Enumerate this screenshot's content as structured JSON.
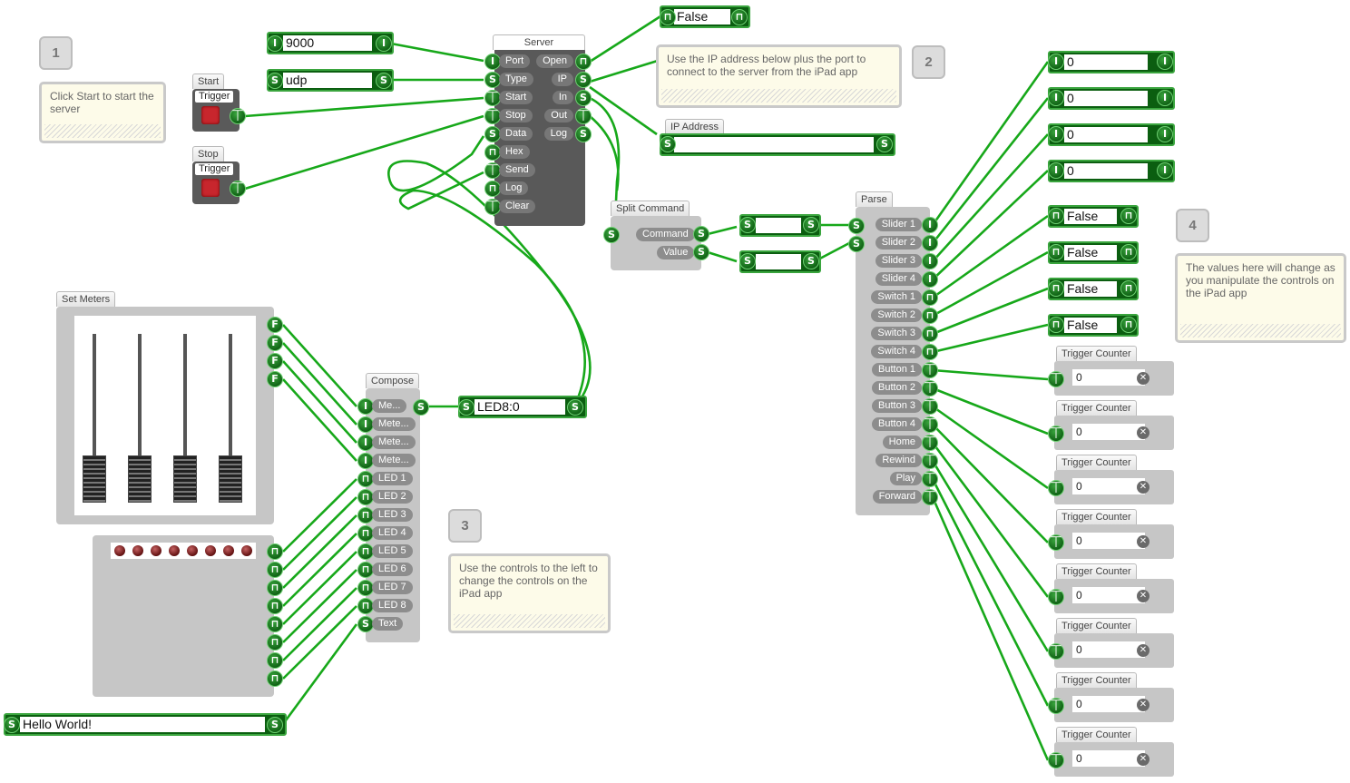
{
  "notes": {
    "n1": {
      "num": "1",
      "text": "Click Start to start the server"
    },
    "n2": {
      "num": "2",
      "text": "Use the IP address below plus the port to connect to the server from the iPad app"
    },
    "n3": {
      "num": "3",
      "text": "Use the controls to the left to change the controls on the iPad app"
    },
    "n4": {
      "num": "4",
      "text": "The values here will change as you manipulate the controls on the iPad app"
    }
  },
  "start": {
    "tab": "Start",
    "caption": "Trigger"
  },
  "stop": {
    "tab": "Stop",
    "caption": "Trigger"
  },
  "port_value": "9000",
  "type_value": "udp",
  "open_value": "False",
  "server": {
    "title": "Server",
    "inputs": [
      "Port",
      "Type",
      "Start",
      "Stop",
      "Data",
      "Hex",
      "Send",
      "Log",
      "Clear"
    ],
    "outputs": [
      "Open",
      "IP",
      "In",
      "Out",
      "Log"
    ]
  },
  "ip_address": {
    "tab": "IP Address",
    "value": ""
  },
  "split": {
    "tab": "Split Command",
    "outputs": [
      "Command",
      "Value"
    ],
    "command_value": "",
    "value_value": ""
  },
  "parse": {
    "tab": "Parse",
    "outputs": [
      "Slider 1",
      "Slider 2",
      "Slider 3",
      "Slider 4",
      "Switch 1",
      "Switch 2",
      "Switch 3",
      "Switch 4",
      "Button 1",
      "Button 2",
      "Button 3",
      "Button 4",
      "Home",
      "Rewind",
      "Play",
      "Forward"
    ]
  },
  "slider_values": [
    "0",
    "0",
    "0",
    "0"
  ],
  "switch_values": [
    "False",
    "False",
    "False",
    "False"
  ],
  "counters": {
    "tab": "Trigger Counter",
    "values": [
      "0",
      "0",
      "0",
      "0",
      "0",
      "0",
      "0",
      "0"
    ]
  },
  "set_meters": {
    "tab": "Set Meters"
  },
  "compose": {
    "tab": "Compose",
    "inputs": [
      "Me...",
      "Mete...",
      "Mete...",
      "Mete...",
      "LED 1",
      "LED 2",
      "LED 3",
      "LED 4",
      "LED 5",
      "LED 6",
      "LED 7",
      "LED 8",
      "Text"
    ]
  },
  "compose_out_value": "LED8:0",
  "text_value": "Hello World!",
  "pin_glyphs": {
    "integer": "I",
    "string": "S",
    "float": "F",
    "trigger": "⏉",
    "boolean": "⊓"
  },
  "colors": {
    "wire": "#17a81a",
    "pin": "#0b5a10",
    "note_bg": "#fdfbe9",
    "trigger_red": "#c8262d"
  }
}
